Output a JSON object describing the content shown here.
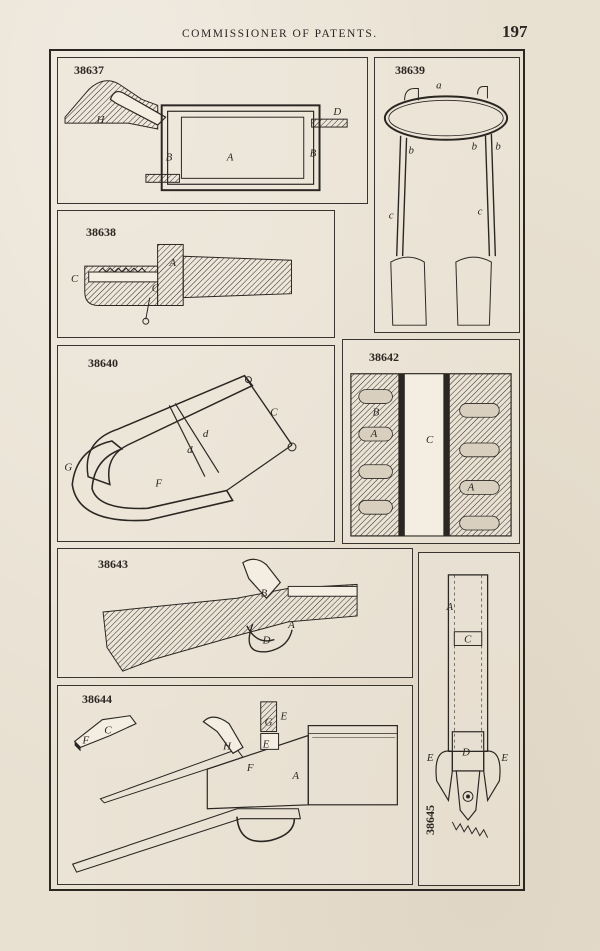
{
  "header": {
    "running_head": "COMMISSIONER OF PATENTS.",
    "page_number": "197"
  },
  "figures": [
    {
      "patent_number": "38637",
      "labels": [
        "H",
        "D",
        "B",
        "A",
        "B"
      ]
    },
    {
      "patent_number": "38639",
      "labels": [
        "a",
        "b",
        "b",
        "b",
        "c",
        "c"
      ]
    },
    {
      "patent_number": "38638",
      "labels": [
        "C",
        "A",
        "C"
      ]
    },
    {
      "patent_number": "38640",
      "labels": [
        "C",
        "d",
        "d",
        "G",
        "F"
      ]
    },
    {
      "patent_number": "38642",
      "labels": [
        "B",
        "A",
        "C",
        "A"
      ]
    },
    {
      "patent_number": "38643",
      "labels": [
        "B",
        "D",
        "A"
      ]
    },
    {
      "patent_number": "38644",
      "labels": [
        "C",
        "F",
        "G",
        "E",
        "E",
        "H",
        "F",
        "A"
      ]
    },
    {
      "patent_number": "38645",
      "labels": [
        "A",
        "C",
        "D",
        "E",
        "E"
      ]
    }
  ]
}
